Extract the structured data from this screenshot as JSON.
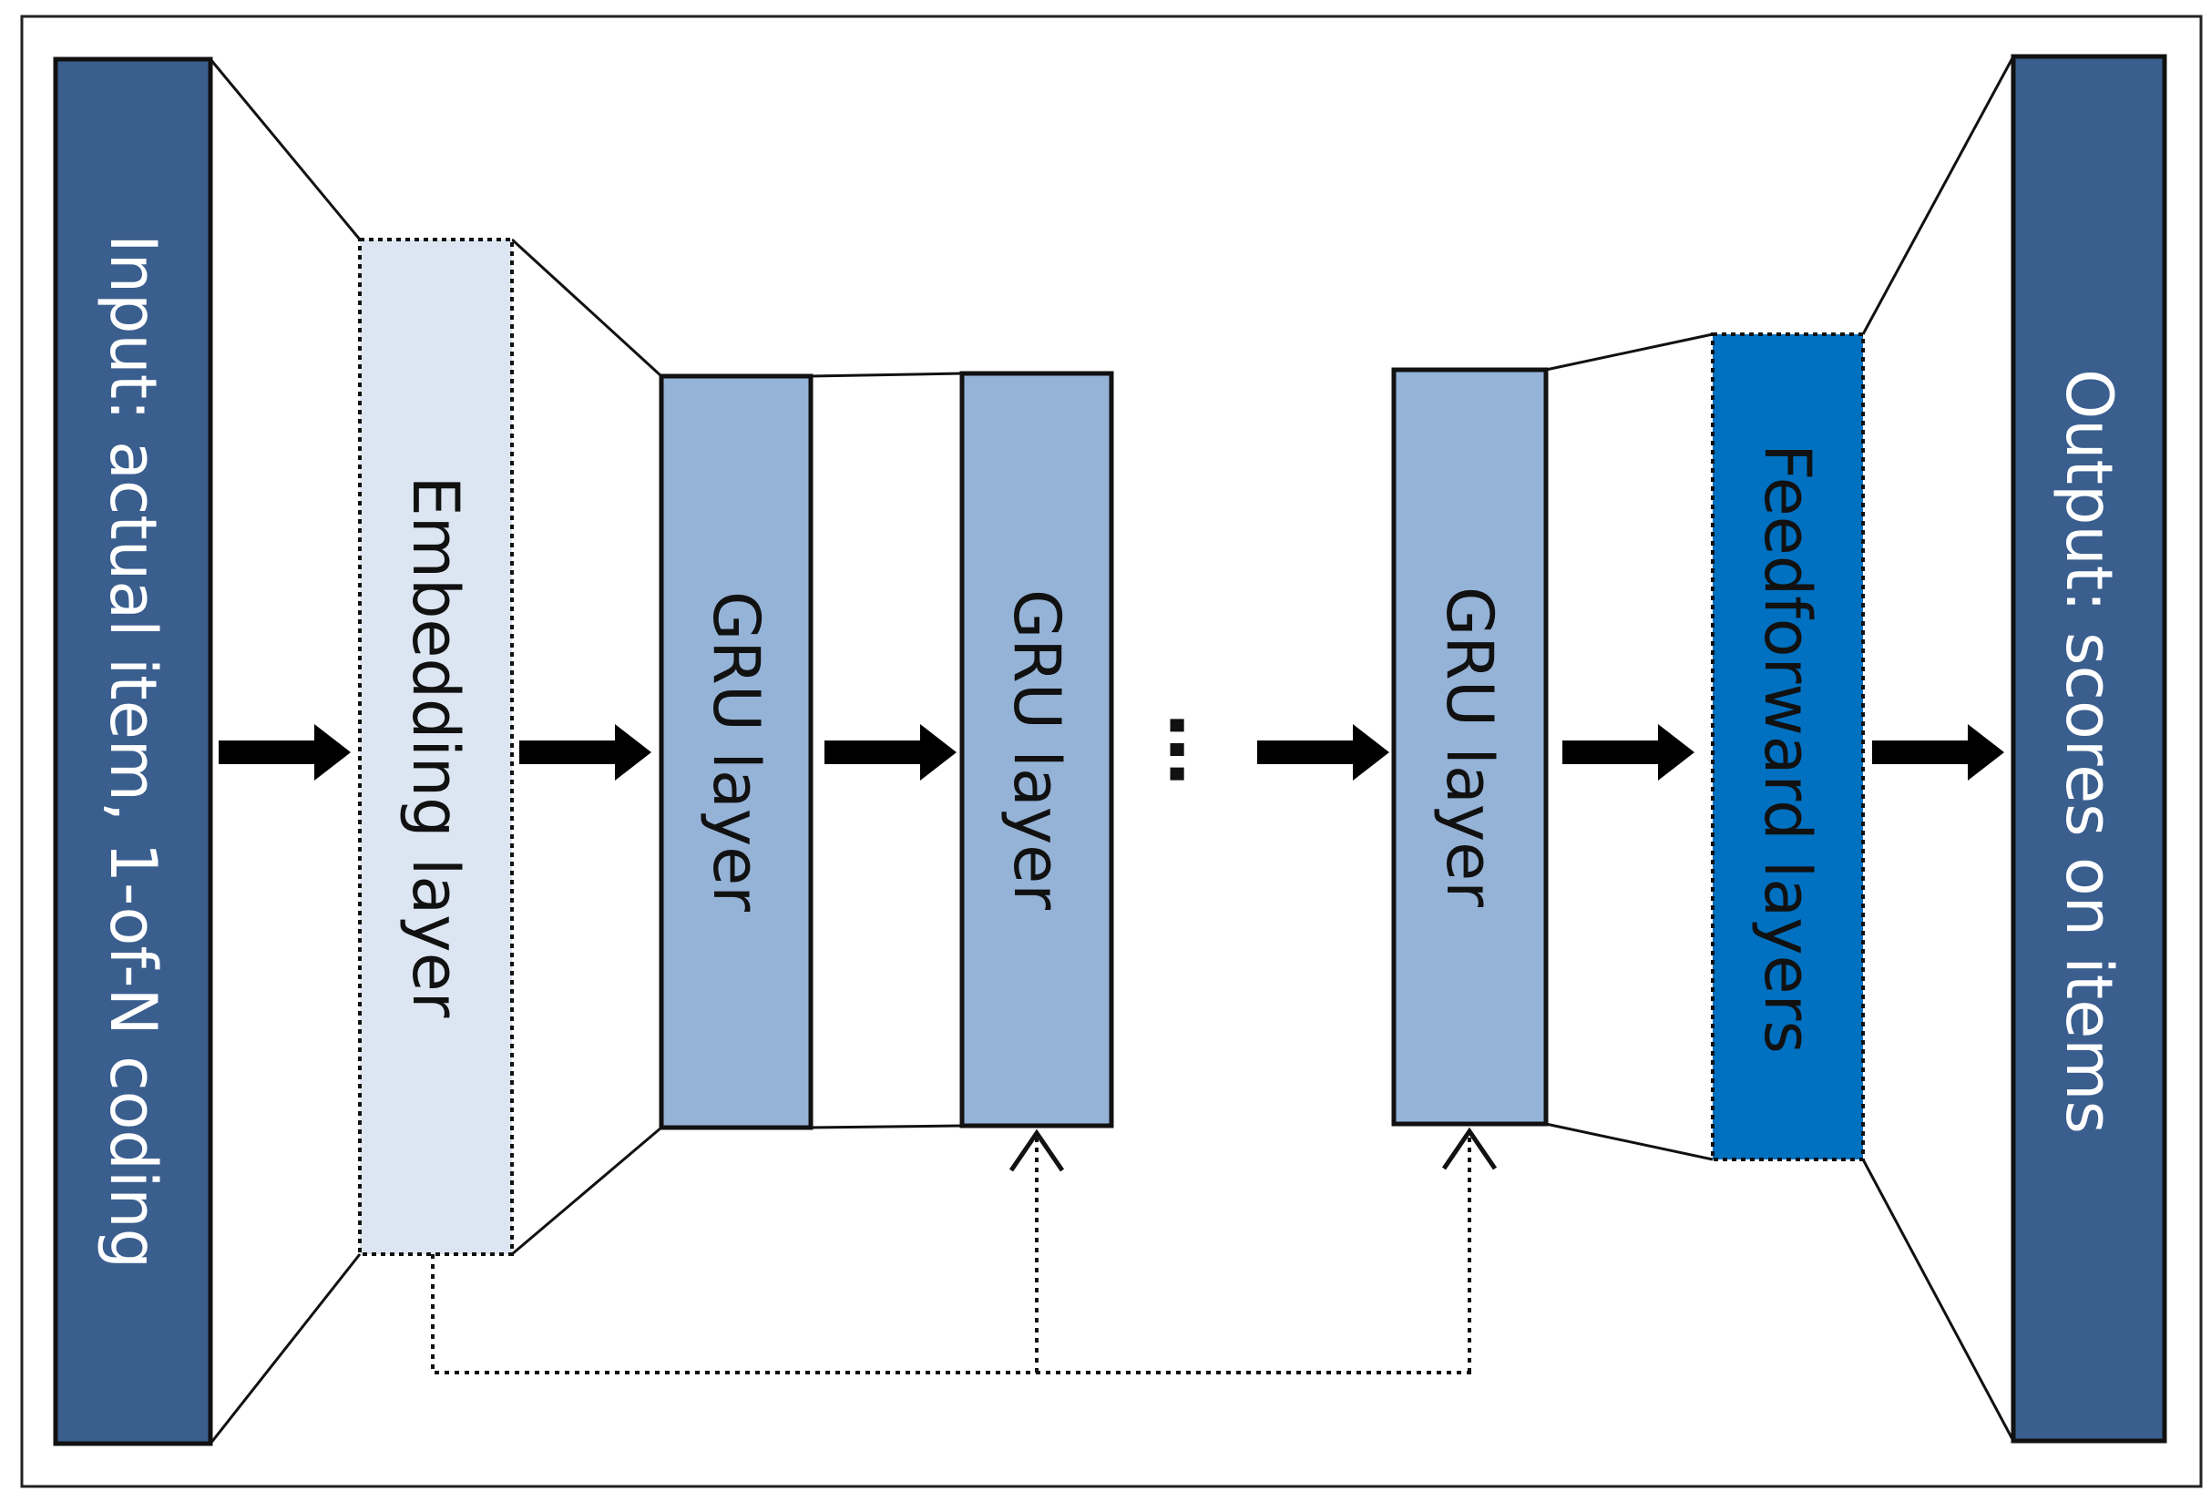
{
  "input_layer": {
    "label": "Input: actual item, 1-of-N coding",
    "color": "#3A5E8E"
  },
  "embedding_layer": {
    "label": "Embedding layer",
    "color": "#DCE6F2"
  },
  "gru_layers": [
    {
      "label": "GRU layer",
      "color": "#95B3D7"
    },
    {
      "label": "GRU layer",
      "color": "#95B3D7"
    },
    {
      "label": "GRU layer",
      "color": "#95B3D7"
    }
  ],
  "ellipsis": "…",
  "feedforward_layer": {
    "label": "Feedforward layers",
    "color": "#0070C0"
  },
  "output_layer": {
    "label": "Output: scores on items",
    "color": "#3A5E8E"
  }
}
